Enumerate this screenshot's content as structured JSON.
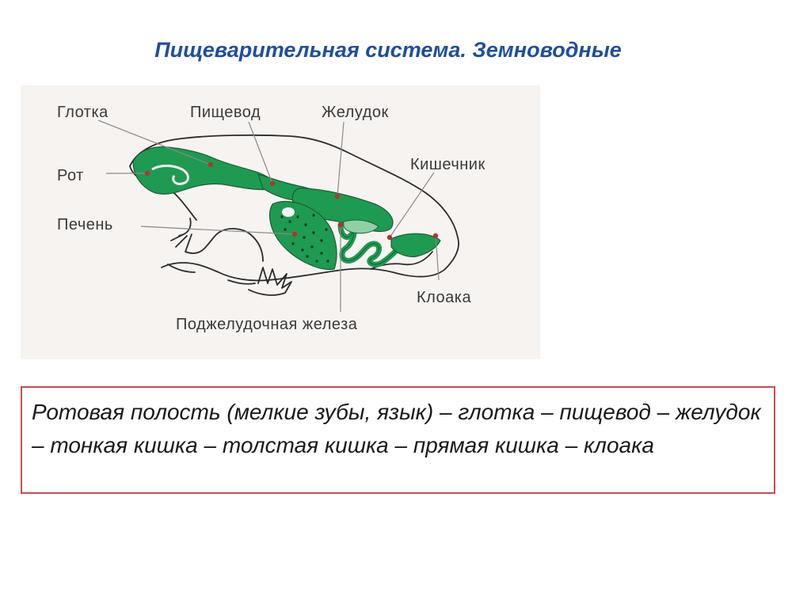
{
  "title": "Пищеварительная система. Земноводные",
  "diagram": {
    "labels": {
      "glotka": "Глотка",
      "pishchevod": "Пищевод",
      "zheludok": "Желудок",
      "rot": "Рот",
      "kishechnik": "Кишечник",
      "pechen": "Печень",
      "kloaka": "Клоака",
      "podzheludochnaya": "Поджелудочная железа"
    },
    "colors": {
      "organ_fill": "#1f9a52",
      "pointer_dot": "#b2352f",
      "outline": "#2b2b2b"
    }
  },
  "summary": {
    "text": "Ротовая полость (мелкие зубы, язык) – глотка – пищевод – желудок – тонкая кишка – толстая кишка – прямая кишка – клоака",
    "border_color": "#c0504d"
  }
}
